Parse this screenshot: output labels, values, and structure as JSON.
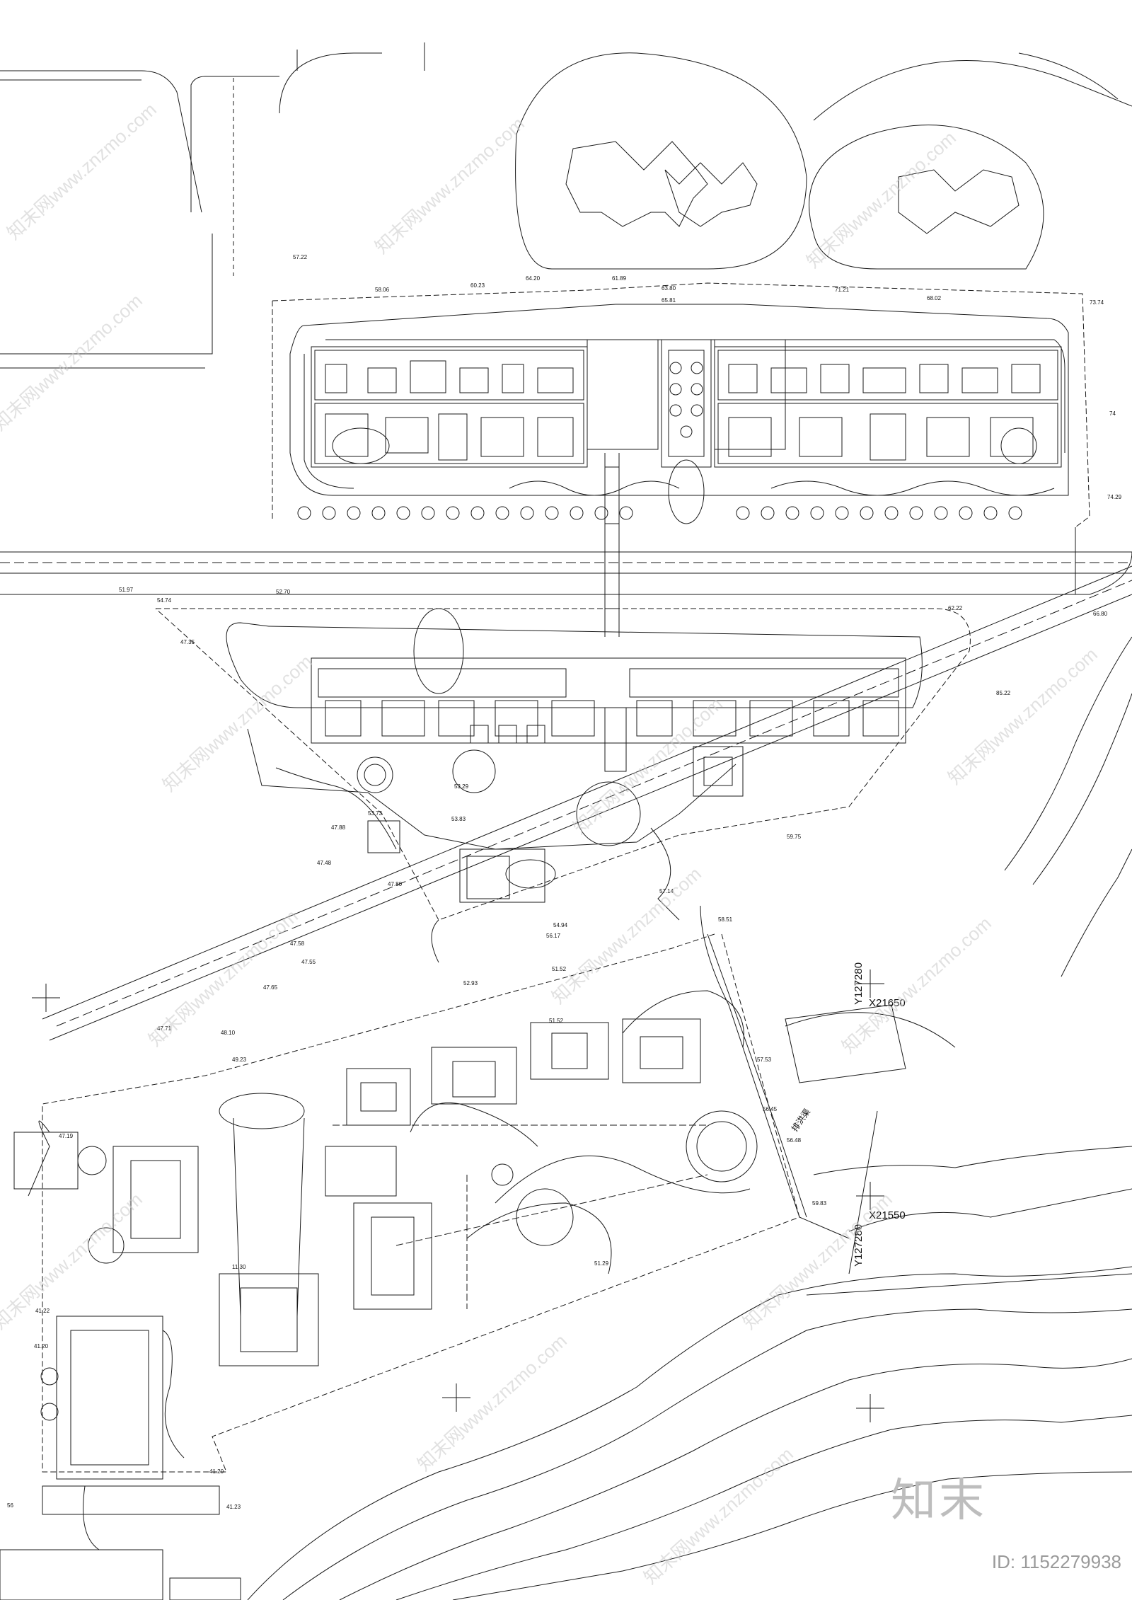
{
  "elevations": [
    {
      "id": "e1",
      "text": "57.22"
    },
    {
      "id": "e2",
      "text": "58.06"
    },
    {
      "id": "e3",
      "text": "60.23"
    },
    {
      "id": "e4",
      "text": "64.20"
    },
    {
      "id": "e5",
      "text": "61.89"
    },
    {
      "id": "e6",
      "text": "63.80"
    },
    {
      "id": "e7",
      "text": "65.81"
    },
    {
      "id": "e8",
      "text": "71.21"
    },
    {
      "id": "e9",
      "text": "68.02"
    },
    {
      "id": "e10",
      "text": "73.74"
    },
    {
      "id": "e11",
      "text": "74"
    },
    {
      "id": "e12",
      "text": "74.29"
    },
    {
      "id": "e13",
      "text": "51.97"
    },
    {
      "id": "e14",
      "text": "52.70"
    },
    {
      "id": "e15",
      "text": "54.74"
    },
    {
      "id": "e16",
      "text": "62.22"
    },
    {
      "id": "e17",
      "text": "66.80"
    },
    {
      "id": "e18",
      "text": "47.35"
    },
    {
      "id": "e19",
      "text": "85.22"
    },
    {
      "id": "e20",
      "text": "53.29"
    },
    {
      "id": "e21",
      "text": "53.83"
    },
    {
      "id": "e22",
      "text": "47.88"
    },
    {
      "id": "e23",
      "text": "53.73"
    },
    {
      "id": "e24",
      "text": "59.75"
    },
    {
      "id": "e25",
      "text": "47.48"
    },
    {
      "id": "e26",
      "text": "57.14"
    },
    {
      "id": "e27",
      "text": "47.80"
    },
    {
      "id": "e28",
      "text": "58.51"
    },
    {
      "id": "e29",
      "text": "54.94"
    },
    {
      "id": "e30",
      "text": "56.17"
    },
    {
      "id": "e31",
      "text": "47.58"
    },
    {
      "id": "e32",
      "text": "47.55"
    },
    {
      "id": "e33",
      "text": "51.52"
    },
    {
      "id": "e34",
      "text": "52.93"
    },
    {
      "id": "e35",
      "text": "47.65"
    },
    {
      "id": "e36",
      "text": "47.71"
    },
    {
      "id": "e37",
      "text": "48.10"
    },
    {
      "id": "e38",
      "text": "51.52"
    },
    {
      "id": "e39",
      "text": "49.23"
    },
    {
      "id": "e40",
      "text": "57.53"
    },
    {
      "id": "e41",
      "text": "56.45"
    },
    {
      "id": "e42",
      "text": "56.48"
    },
    {
      "id": "e43",
      "text": "47.19"
    },
    {
      "id": "e44",
      "text": "59.83"
    },
    {
      "id": "e45",
      "text": "11.30"
    },
    {
      "id": "e46",
      "text": "51.29"
    },
    {
      "id": "e47",
      "text": "41.22"
    },
    {
      "id": "e48",
      "text": "41.20"
    },
    {
      "id": "e49",
      "text": "41.20"
    },
    {
      "id": "e50",
      "text": "56"
    },
    {
      "id": "e51",
      "text": "41.23"
    }
  ],
  "coordinates": [
    {
      "id": "c1",
      "text": "Y127280"
    },
    {
      "id": "c2",
      "text": "X21650"
    },
    {
      "id": "c3",
      "text": "X21550"
    },
    {
      "id": "c4",
      "text": "Y127280"
    }
  ],
  "labels": {
    "drainage_ditch": "排洪渠"
  },
  "watermark": {
    "text": "知末网www.znzmo.com"
  },
  "stamp": {
    "logo": "知末",
    "id_text": "ID: 1152279938"
  },
  "colors": {
    "line": "#1a1a1a",
    "background": "#ffffff",
    "watermark": "#c9c9c9"
  }
}
